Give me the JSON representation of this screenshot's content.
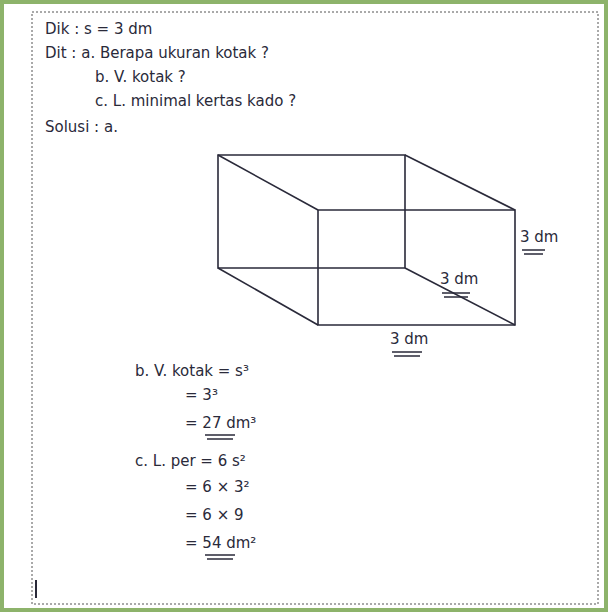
{
  "diagram": {
    "labels": [
      "Dik : s = 3 dm",
      "Dit : a. Berapa ukuran kotak ?",
      "b. V. kotak ?",
      "c. L. minimal kertas kado ?",
      "Solusi : a.",
      "3 dm",
      "3 dm",
      "3 dm",
      "b. V. kotak = s³",
      "= 3³",
      "= 27 dm³",
      "c. L. per = 6 s²",
      "= 6 × 3²",
      "= 6 × 9",
      "= 54 dm²"
    ]
  }
}
